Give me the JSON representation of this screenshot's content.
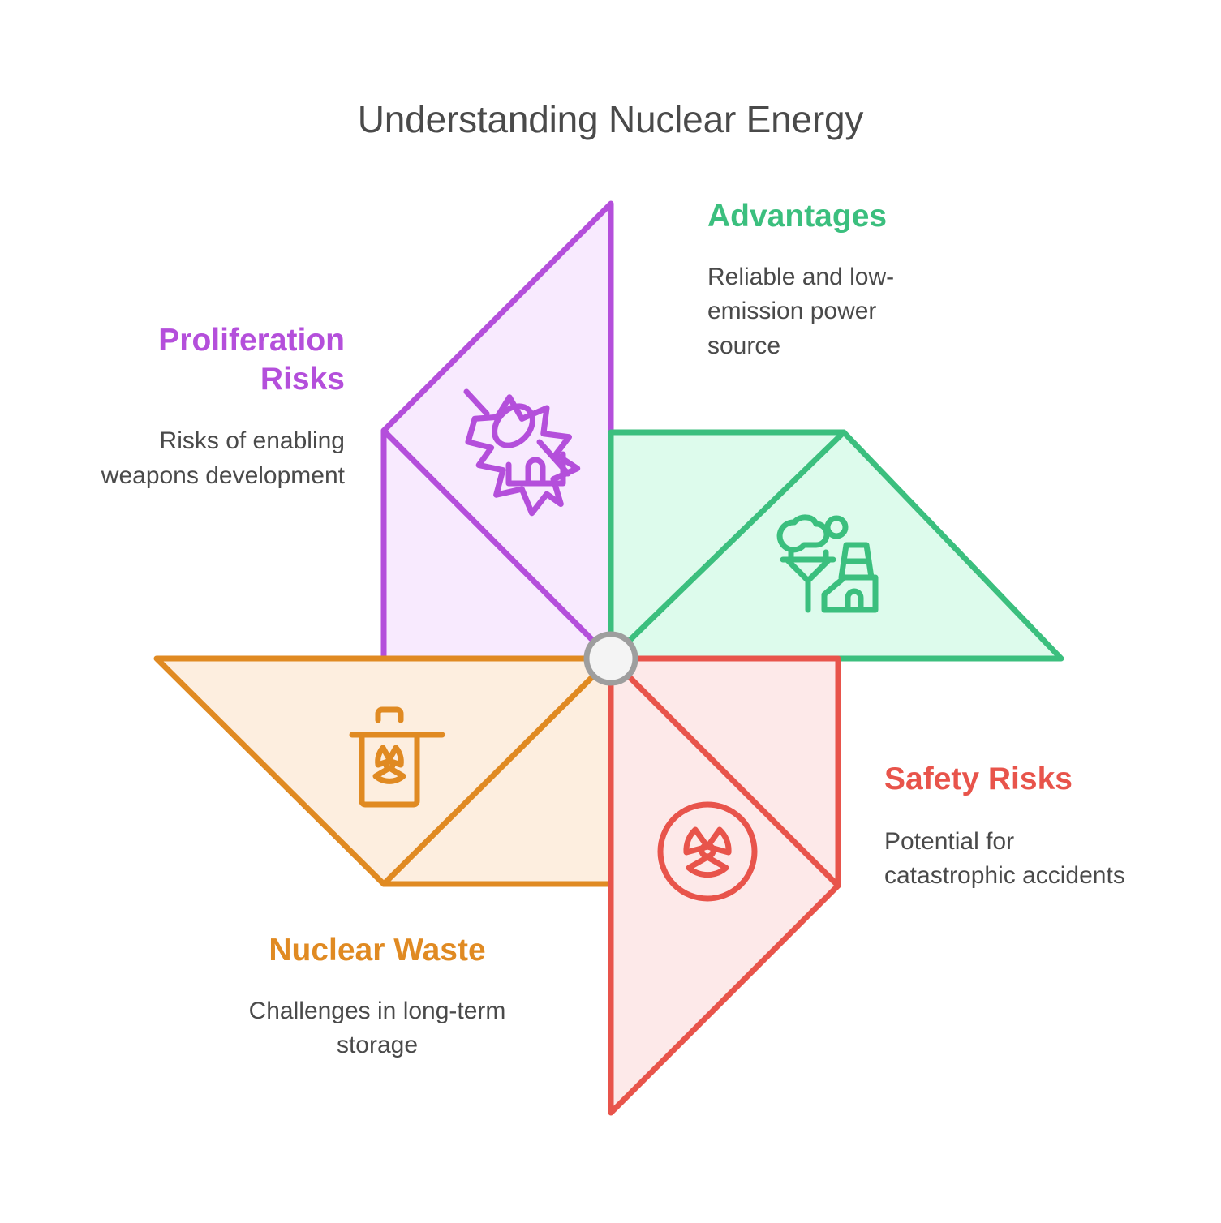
{
  "page": {
    "title": "Understanding Nuclear Energy",
    "background_color": "#FFFFFF",
    "title_color": "#4A4A4A"
  },
  "diagram": {
    "type": "pinwheel",
    "hub": {
      "name": "center-hub",
      "fill": "#F4F4F4",
      "stroke": "#9E9E9E"
    },
    "blades": [
      {
        "id": "advantages",
        "position": "top-right",
        "heading": "Advantages",
        "body": "Reliable and low-emission power source",
        "color": "#3BBF7E",
        "fill": "#DDFBEC",
        "icon": "power-plant-icon"
      },
      {
        "id": "proliferation",
        "position": "top-left",
        "heading": "Proliferation Risks",
        "body": "Risks of enabling weapons development",
        "color": "#B44FDB",
        "fill": "#F8EAFE",
        "icon": "bomb-explosion-house-icon"
      },
      {
        "id": "safety",
        "position": "bottom-right",
        "heading": "Safety Risks",
        "body": "Potential for catastrophic accidents",
        "color": "#E8544B",
        "fill": "#FDE9E9",
        "icon": "radiation-warning-icon"
      },
      {
        "id": "waste",
        "position": "bottom-left",
        "heading": "Nuclear Waste",
        "body": "Challenges in long-term storage",
        "color": "#E08A22",
        "fill": "#FDEEDF",
        "icon": "radioactive-waste-bin-icon"
      }
    ]
  }
}
